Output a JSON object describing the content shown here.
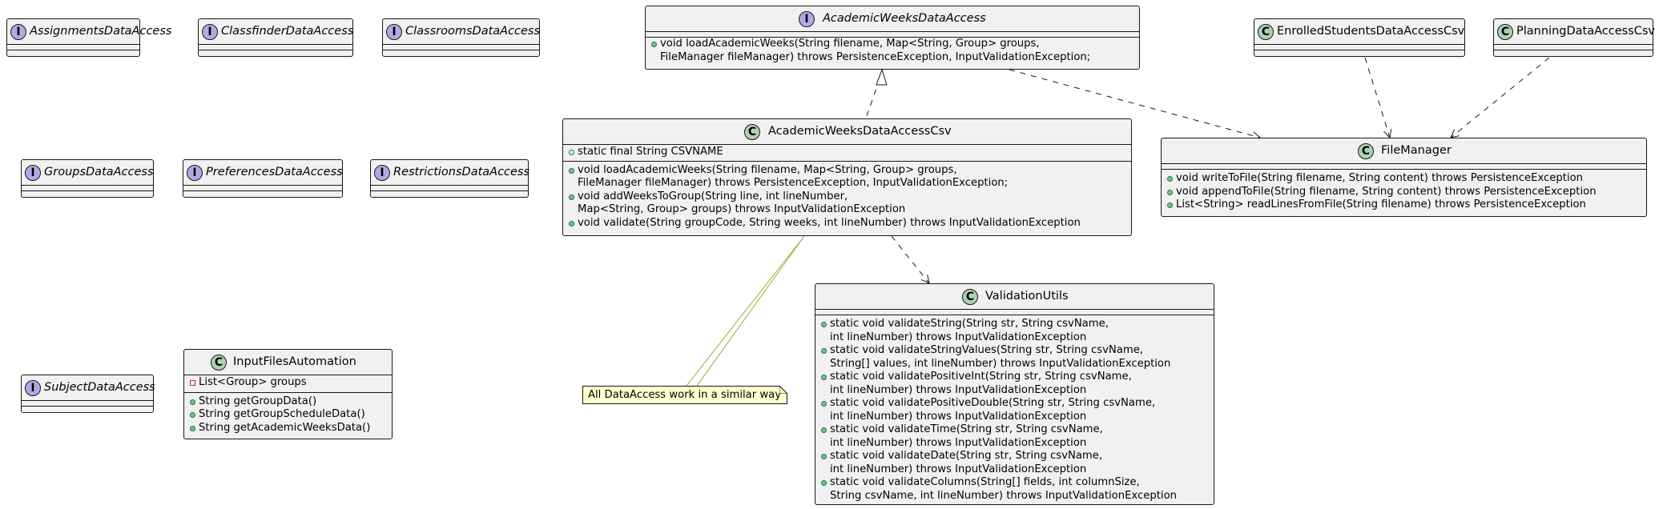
{
  "interfaces_top": [
    {
      "name": "AssignmentsDataAccess"
    },
    {
      "name": "ClassfinderDataAccess"
    },
    {
      "name": "ClassroomsDataAccess"
    }
  ],
  "interfaces_mid": [
    {
      "name": "GroupsDataAccess"
    },
    {
      "name": "PreferencesDataAccess"
    },
    {
      "name": "RestrictionsDataAccess"
    }
  ],
  "interface_subject": {
    "name": "SubjectDataAccess"
  },
  "badges": {
    "interface": "I",
    "class": "C"
  },
  "academic_weeks_iface": {
    "name": "AcademicWeeksDataAccess",
    "methods": [
      [
        "void loadAcademicWeeks(String filename, Map<String, Group> groups,",
        "FileManager fileManager) throws PersistenceException, InputValidationException;"
      ]
    ]
  },
  "academic_weeks_csv": {
    "name": "AcademicWeeksDataAccessCsv",
    "fields": [
      "static final String CSVNAME"
    ],
    "methods": [
      [
        "void loadAcademicWeeks(String filename, Map<String, Group> groups,",
        "FileManager fileManager) throws PersistenceException, InputValidationException;"
      ],
      [
        "void addWeeksToGroup(String line, int lineNumber,",
        "Map<String, Group> groups) throws InputValidationException"
      ],
      [
        "void validate(String groupCode, String weeks, int lineNumber) throws InputValidationException"
      ]
    ]
  },
  "enrolled": {
    "name": "EnrolledStudentsDataAccessCsv"
  },
  "planning": {
    "name": "PlanningDataAccessCsv"
  },
  "file_manager": {
    "name": "FileManager",
    "methods": [
      [
        "void writeToFile(String filename, String content) throws PersistenceException"
      ],
      [
        "void appendToFile(String filename, String content) throws PersistenceException"
      ],
      [
        "List<String> readLinesFromFile(String filename) throws PersistenceException"
      ]
    ]
  },
  "validation_utils": {
    "name": "ValidationUtils",
    "methods": [
      [
        "static void validateString(String str, String csvName,",
        "int lineNumber) throws InputValidationException"
      ],
      [
        "static void validateStringValues(String str, String csvName,",
        "String[] values, int lineNumber) throws InputValidationException"
      ],
      [
        "static void validatePositiveInt(String str, String csvName,",
        "int lineNumber) throws InputValidationException"
      ],
      [
        "static void validatePositiveDouble(String str, String csvName,",
        "int lineNumber) throws InputValidationException"
      ],
      [
        "static void validateTime(String str, String csvName,",
        "int lineNumber) throws InputValidationException"
      ],
      [
        "static void validateDate(String str, String csvName,",
        "int lineNumber) throws InputValidationException"
      ],
      [
        "static void validateColumns(String[] fields, int columnSize,",
        "String csvName, int lineNumber) throws InputValidationException"
      ]
    ]
  },
  "input_files": {
    "name": "InputFilesAutomation",
    "fields": [
      "List<Group> groups"
    ],
    "methods": [
      [
        "String getGroupData()"
      ],
      [
        "String getGroupScheduleData()"
      ],
      [
        "String getAcademicWeeksData()"
      ]
    ]
  },
  "note": {
    "text": "All DataAccess work in a similar way"
  },
  "colors": {
    "node_fill": "#f1f1f1",
    "border": "#181818",
    "interface_badge": "#b4a7e5",
    "class_badge": "#add1b2",
    "note_fill": "#fefece",
    "note_line": "#a6a633",
    "public_marker": "#84be84",
    "private_marker": "#c82930"
  }
}
